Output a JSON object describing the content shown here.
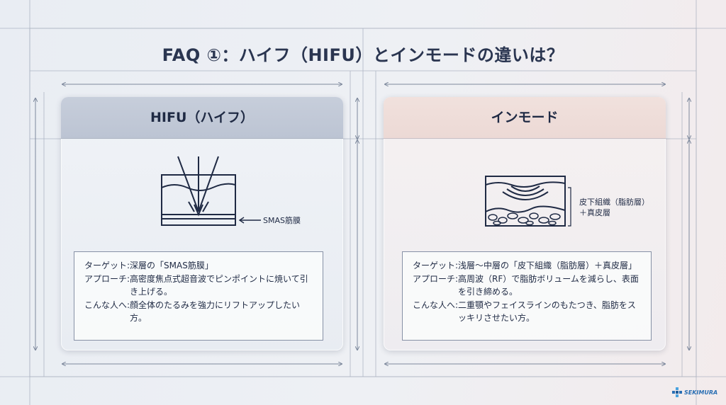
{
  "title": "FAQ ①：ハイフ（HIFU）とインモードの違いは？",
  "left_card": {
    "heading": "HIFU（ハイフ）",
    "illustration_label": "SMAS筋膜",
    "rows": [
      {
        "key": "ターゲット:",
        "value": "深層の「SMAS筋膜」"
      },
      {
        "key": "アプローチ:",
        "value": "高密度焦点式超音波でピンポイントに焼いて引き上げる。"
      },
      {
        "key": "こんな人へ:",
        "value": "顔全体のたるみを強力にリフトアップしたい方。"
      }
    ]
  },
  "right_card": {
    "heading": "インモード",
    "illustration_label_1": "皮下組織（脂肪層）",
    "illustration_label_2": "＋真皮層",
    "rows": [
      {
        "key": "ターゲット:",
        "value": "浅層〜中層の「皮下組織（脂肪層）＋真皮層」"
      },
      {
        "key": "アプローチ:",
        "value": "高周波（RF）で脂肪ボリュームを減らし、表面を引き締める。"
      },
      {
        "key": "こんな人へ:",
        "value": "二重顎やフェイスラインのもたつき、脂肪をスッキリさせたい方。"
      }
    ]
  },
  "logo": {
    "text": "SEKIMURA",
    "color": "#2a6fb3"
  }
}
